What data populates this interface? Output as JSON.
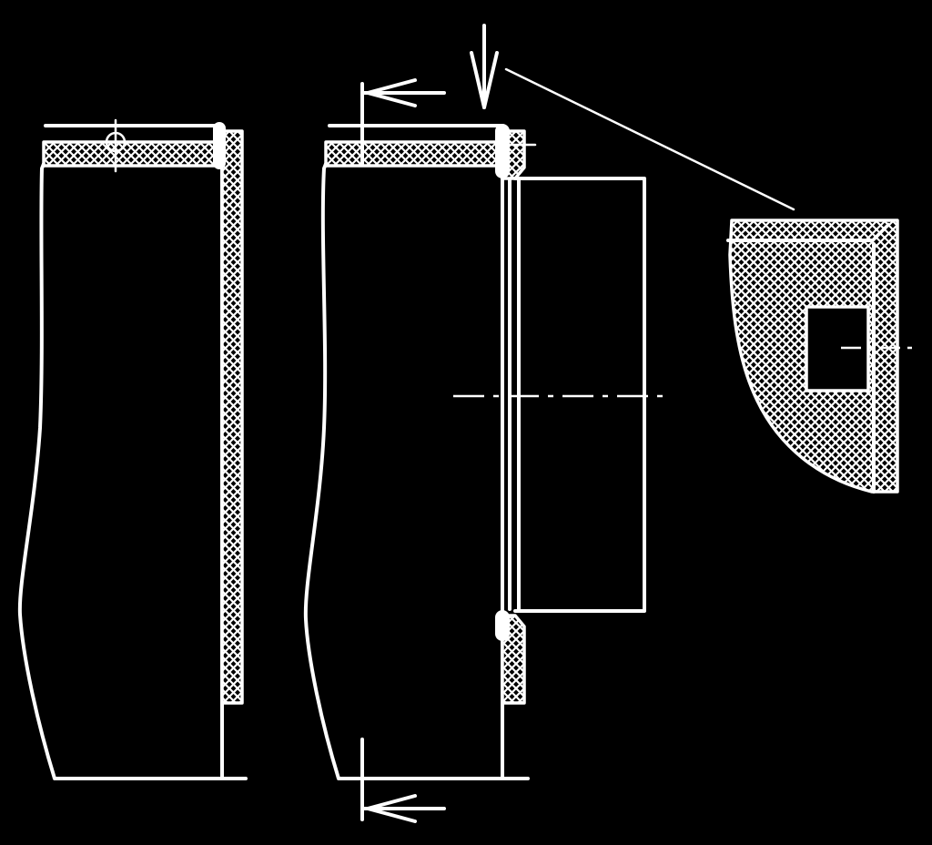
{
  "figure": {
    "background": "#000000",
    "line_color": "#ffffff",
    "views": [
      {
        "id": "left-view"
      },
      {
        "id": "right-view"
      },
      {
        "id": "detail-view"
      }
    ]
  }
}
